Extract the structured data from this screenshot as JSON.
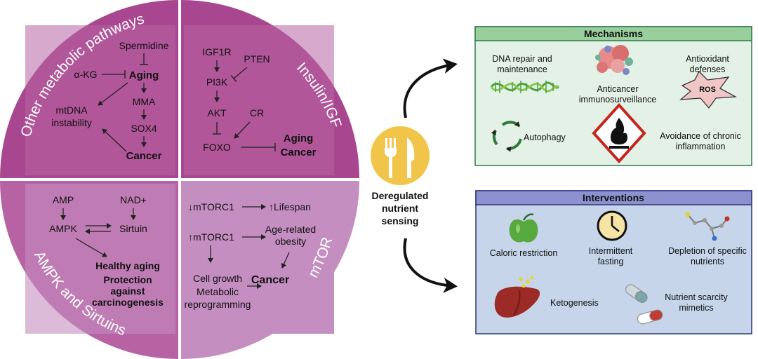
{
  "quadrants": {
    "other_metabolic": {
      "title": "Other metabolic pathways",
      "spermidine": "Spermidine",
      "akg": "α-KG",
      "aging": "Aging",
      "mma": "MMA",
      "sox4": "SOX4",
      "mtdna_1": "mtDNA",
      "mtdna_2": "instability",
      "cancer": "Cancer"
    },
    "insulin_igf": {
      "title": "Insulin/IGF",
      "igf1r": "IGF1R",
      "pten": "PTEN",
      "pi3k": "PI3K",
      "akt": "AKT",
      "cr": "CR",
      "foxo": "FOXO",
      "aging": "Aging",
      "cancer": "Cancer"
    },
    "ampk_sirtuins": {
      "title": "AMPK and Sirtuins",
      "amp": "AMP",
      "nad": "NAD+",
      "ampk": "AMPK",
      "sirtuin": "Sirtuin",
      "healthy_aging": "Healthy aging",
      "protection_1": "Protection",
      "protection_2": "against",
      "protection_3": "carcinogenesis"
    },
    "mtor": {
      "title": "mTOR",
      "mtorc1_down": "↓mTORC1",
      "lifespan": "↑Lifespan",
      "mtorc1_up": "↑mTORC1",
      "obesity_1": "Age-related",
      "obesity_2": "obesity",
      "cell_growth": "Cell growth",
      "metabolic_1": "Metabolic",
      "metabolic_2": "reprogramming",
      "cancer": "Cancer"
    }
  },
  "center": {
    "label_1": "Deregulated",
    "label_2": "nutrient",
    "label_3": "sensing",
    "icon": "fork-knife-icon"
  },
  "mechanisms": {
    "title": "Mechanisms",
    "dna_1": "DNA repair and",
    "dna_2": "maintenance",
    "immuno_1": "Anticancer",
    "immuno_2": "immunosurveillance",
    "antiox_1": "Antioxidant",
    "antiox_2": "defenses",
    "ros": "ROS",
    "autophagy": "Autophagy",
    "inflam_1": "Avoidance of chronic",
    "inflam_2": "inflammation"
  },
  "interventions": {
    "title": "Interventions",
    "caloric": "Caloric restriction",
    "fasting_1": "Intermittent",
    "fasting_2": "fasting",
    "depletion_1": "Depletion of specific",
    "depletion_2": "nutrients",
    "ketogenesis": "Ketogenesis",
    "scarcity_1": "Nutrient scarcity",
    "scarcity_2": "mimetics"
  },
  "colors": {
    "quadrant_dark": "#a8478f",
    "quadrant_mid": "#b662a3",
    "quadrant_light": "#c48ec0",
    "center_circle": "#f1c54a",
    "mech_header": "#98cf9d",
    "mech_body": "#e3f1e6",
    "mech_border": "#2e7a42",
    "int_header": "#8b92cf",
    "int_body": "#c6d5ea",
    "int_border": "#2e3478"
  }
}
